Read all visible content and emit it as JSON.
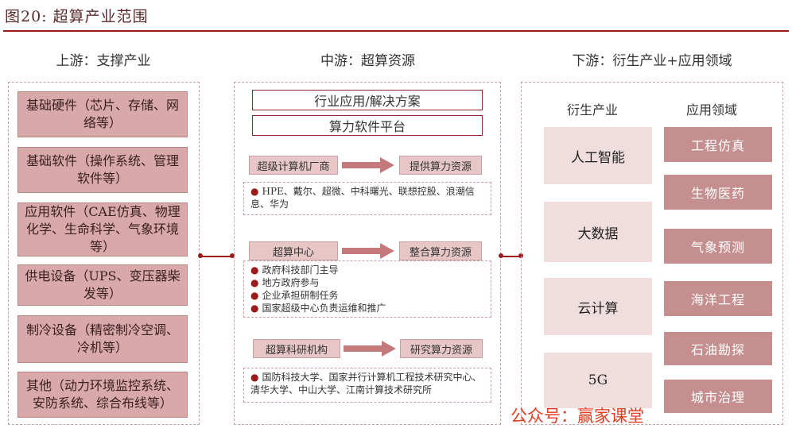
{
  "figure_title": "图20: 超算产业范围",
  "columns": {
    "upstream": "上游：支撑产业",
    "midstream": "中游：超算资源",
    "downstream": "下游：衍生产业+应用领域"
  },
  "upstream_items": [
    "基础硬件（芯片、存储、网络等）",
    "基础软件（操作系统、管理软件等）",
    "应用软件（CAE仿真、物理化学、生命科学、气象环境等）",
    "供电设备（UPS、变压器柴发等）",
    "制冷设备（精密制冷空调、冷机等）",
    "其他（动力环境监控系统、安防系统、综合布线等）"
  ],
  "midstream": {
    "top_boxes": [
      "行业应用/解决方案",
      "算力软件平台"
    ],
    "groups": [
      {
        "left": "超级计算机厂商",
        "right": "提供算力资源",
        "items": [
          "HPE、戴尔、超微、中科曙光、联想控股、浪潮信息、华为"
        ]
      },
      {
        "left": "超算中心",
        "right": "整合算力资源",
        "items": [
          "政府科技部门主导",
          "地方政府参与",
          "企业承担研制任务",
          "国家超级中心负责运维和推广"
        ]
      },
      {
        "left": "超算科研机构",
        "right": "研究算力资源",
        "items": [
          "国防科技大学、国家并行计算机工程技术研究中心、清华大学、中山大学、江南计算技术研究所"
        ]
      }
    ]
  },
  "downstream": {
    "derivative_head": "衍生产业",
    "application_head": "应用领域",
    "derivative": [
      "人工智能",
      "大数据",
      "云计算",
      "5G"
    ],
    "application": [
      "工程仿真",
      "生物医药",
      "气象预测",
      "海洋工程",
      "石油勘探",
      "城市治理"
    ]
  },
  "watermark": "公众号：赢家课堂",
  "colors": {
    "accent": "#9b1b1b",
    "box_fill": "#d9a9a9",
    "dark_fill": "#c68f8f",
    "light_fill": "#f0dede",
    "watermark": "#e53b1f"
  }
}
